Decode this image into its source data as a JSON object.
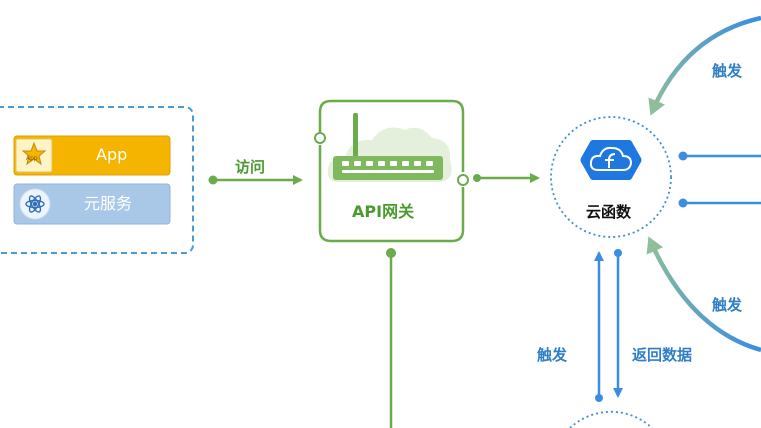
{
  "client_group": {
    "items": [
      {
        "label": "App",
        "icon": "app-star-icon",
        "color": "#f5b400"
      },
      {
        "label": "元服务",
        "icon": "atom-icon",
        "color": "#a9c8e8"
      }
    ]
  },
  "edges": {
    "access_label": "访问",
    "trigger_top_label": "触发",
    "trigger_right_label": "触发",
    "trigger_bottom_label": "触发",
    "return_data_label": "返回数据"
  },
  "gateway": {
    "label": "API网关",
    "color": "#6aab4a"
  },
  "cloud_function": {
    "label": "云函数",
    "icon": "cloud-function-icon",
    "color": "#1f78e0"
  },
  "colors": {
    "blue": "#2f7fc8",
    "green": "#6aab4a",
    "light_green": "#8fbf9a"
  }
}
